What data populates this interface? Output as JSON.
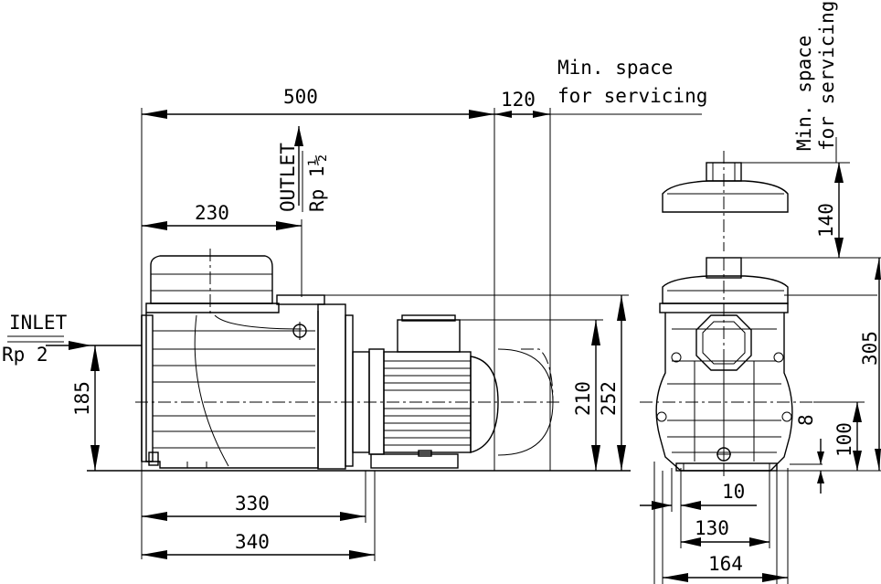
{
  "labels": {
    "min_space_line1": "Min. space",
    "min_space_line2": "for servicing",
    "min_space_side_line1": "Min. space",
    "min_space_side_line2": "for servicing",
    "outlet": "OUTLET",
    "outlet_size": "Rp 1½",
    "inlet": "INLET",
    "inlet_size": "Rp 2"
  },
  "dimensions": {
    "d500": "500",
    "d120": "120",
    "d230": "230",
    "d185": "185",
    "d210": "210",
    "d252": "252",
    "d330": "330",
    "d340": "340",
    "d140": "140",
    "d305": "305",
    "d8": "8",
    "d100": "100",
    "d10": "10",
    "d130": "130",
    "d164": "164"
  }
}
